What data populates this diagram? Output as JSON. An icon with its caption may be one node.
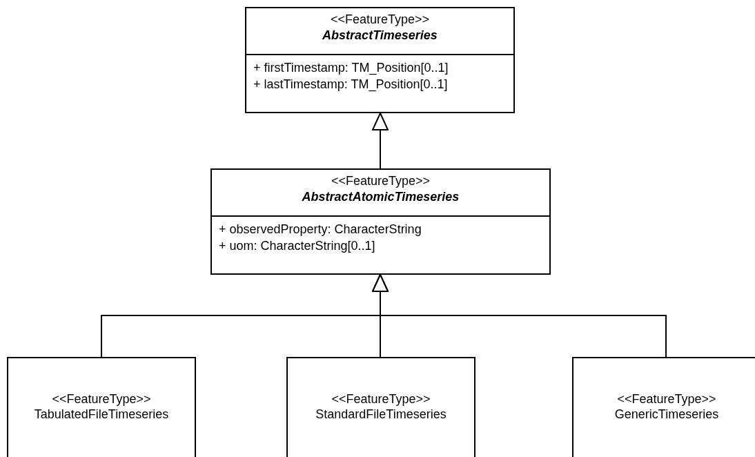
{
  "diagram": {
    "nodes": [
      {
        "text": [
          "<<FeatureType>>",
          "AbstractTimeseries",
          "+ firstTimestamp: TM_Position[0..1]",
          "+ lastTimestamp: TM_Position[0..1]"
        ]
      },
      {
        "text": [
          "<<FeatureType>>",
          "AbstractAtomicTimeseries",
          "+ observedProperty: CharacterString",
          "+ uom: CharacterString[0..1]"
        ]
      },
      {
        "text": [
          "<<FeatureType>>",
          "TabulatedFileTimeseries"
        ]
      },
      {
        "text": [
          "<<FeatureType>>",
          "StandardFileTimeseries"
        ]
      },
      {
        "text": [
          "<<FeatureType>>",
          "GenericTimeseries"
        ]
      }
    ],
    "edges": [
      {
        "from": 1,
        "to": 0,
        "arrow": "to"
      },
      {
        "from": 2,
        "to": 1,
        "arrow": "to"
      },
      {
        "from": 3,
        "to": 1,
        "arrow": "to"
      },
      {
        "from": 4,
        "to": 1,
        "arrow": "to"
      }
    ]
  }
}
